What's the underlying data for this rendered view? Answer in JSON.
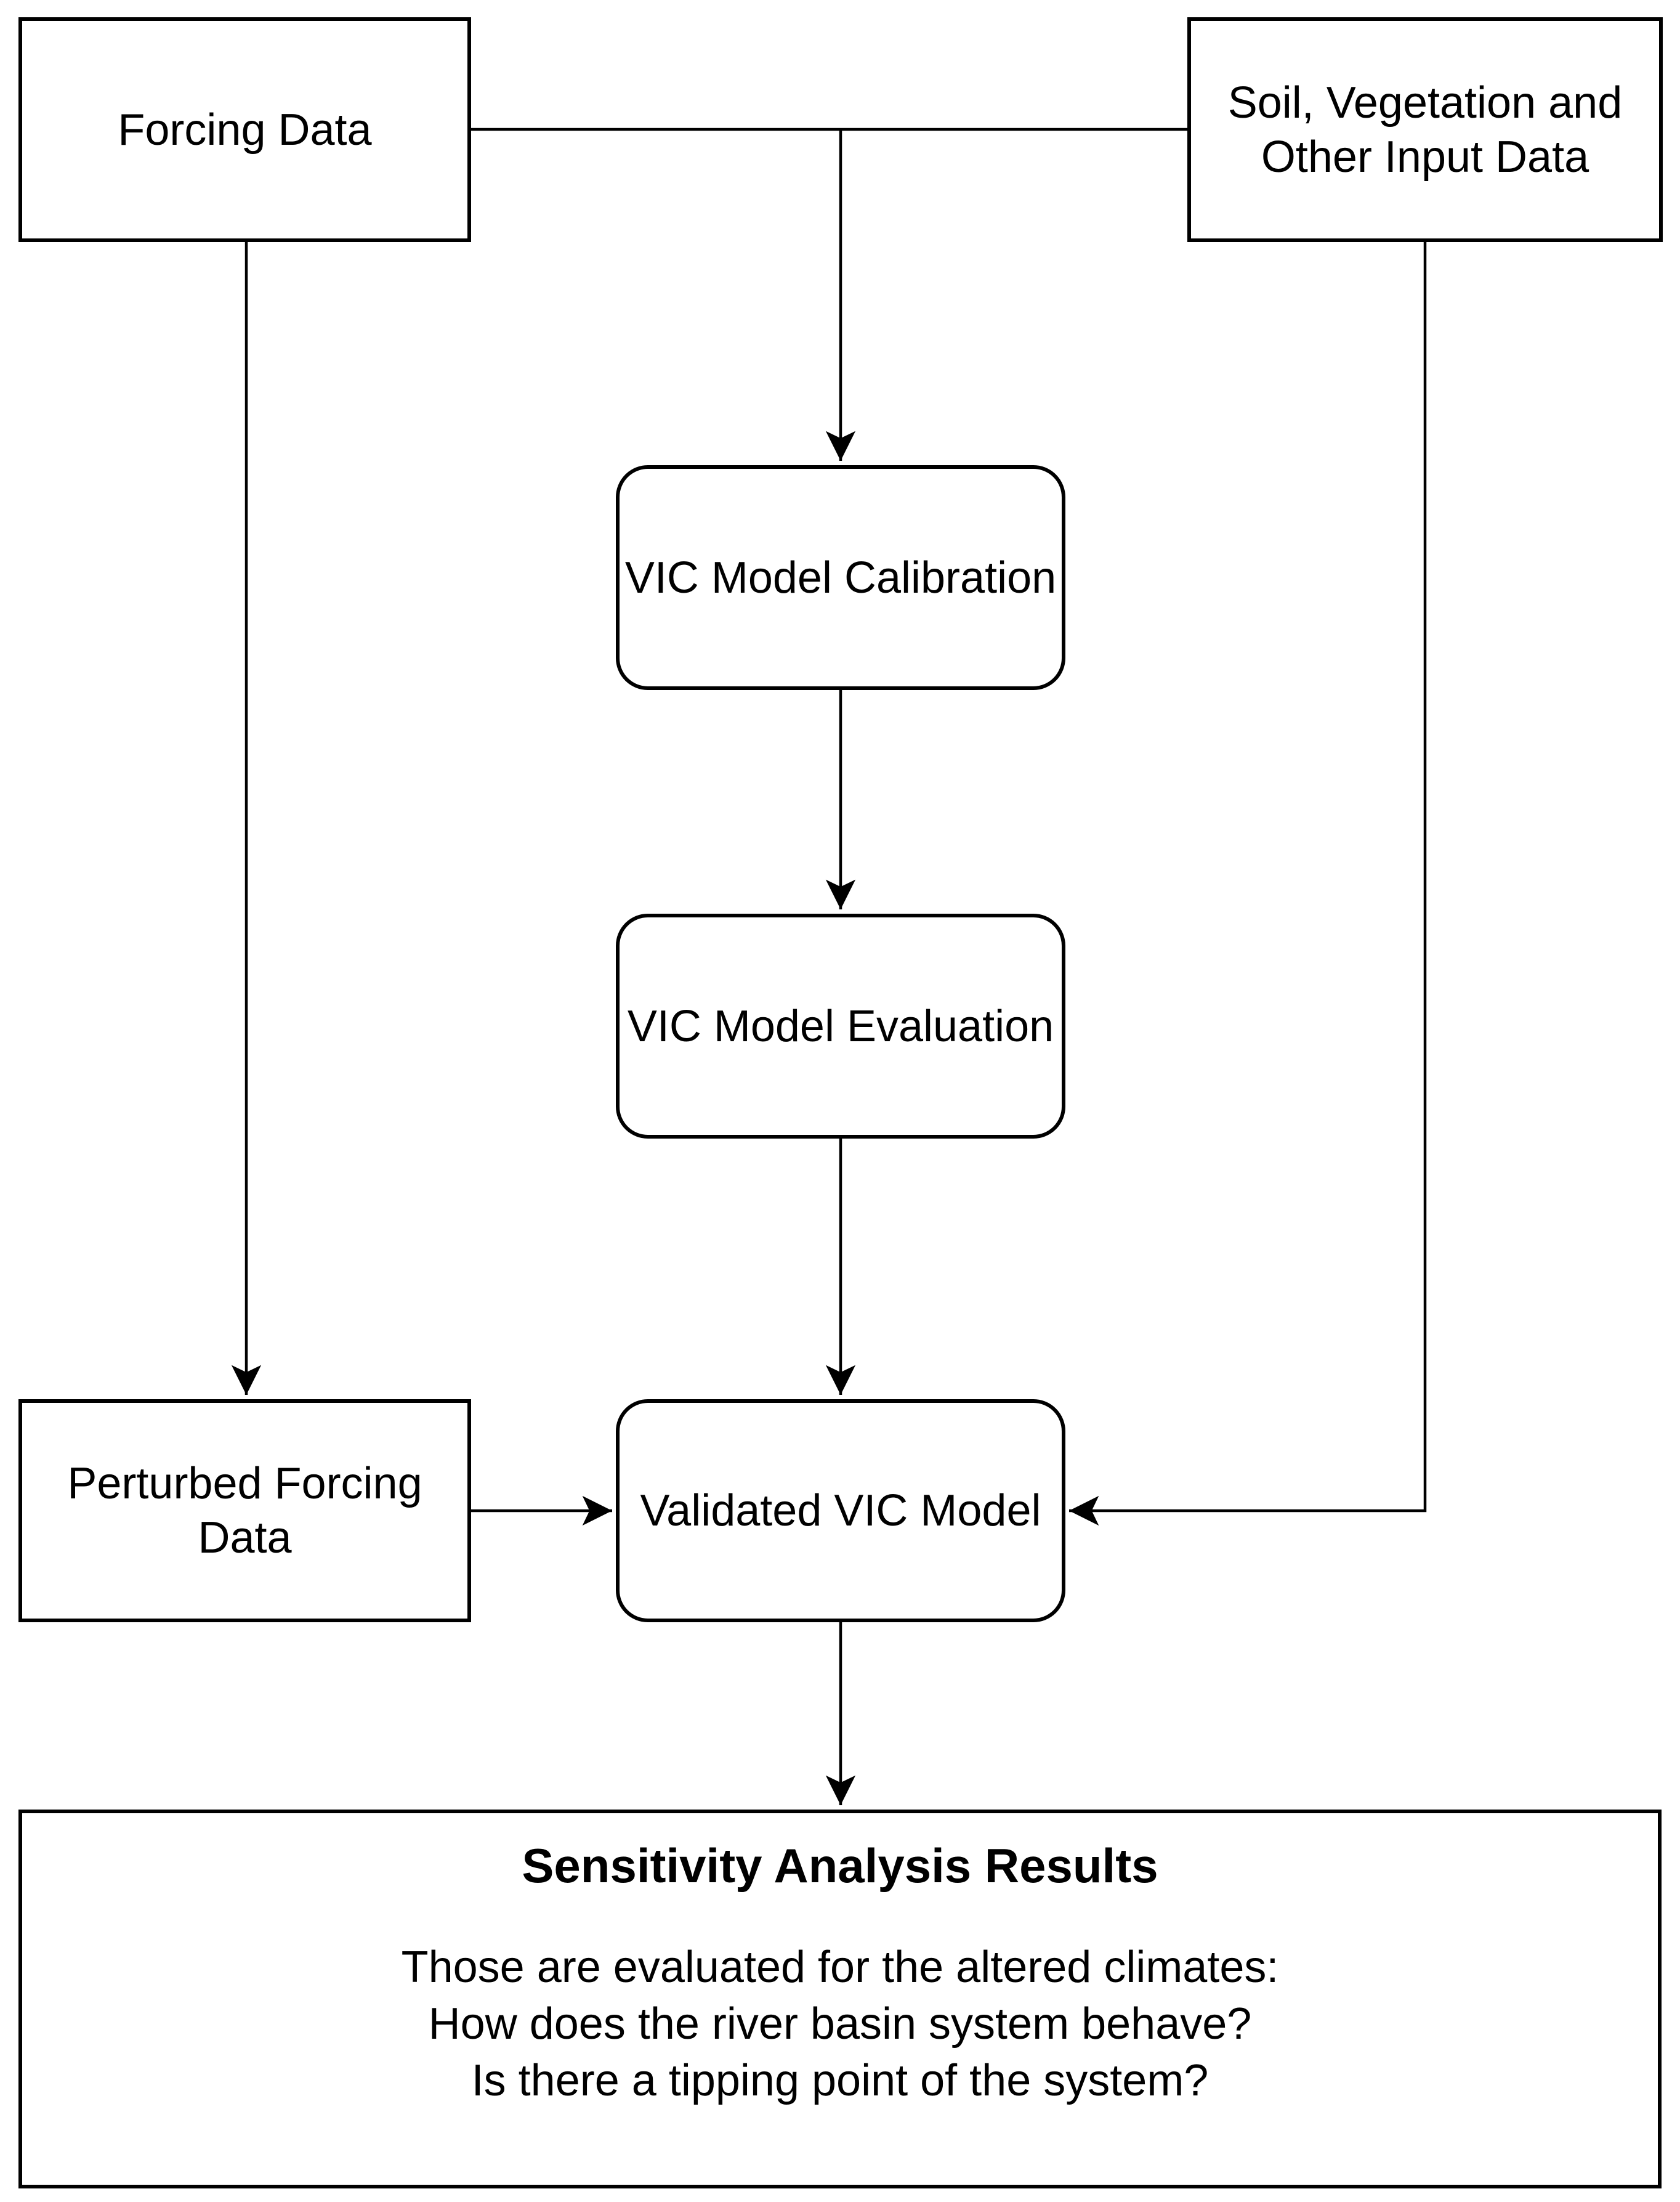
{
  "diagram": {
    "background_color": "#ffffff",
    "stroke_color": "#000000",
    "nodes": {
      "forcing_data": {
        "label": "Forcing Data"
      },
      "soil_input": {
        "lines": [
          "Soil, Vegetation and",
          "Other Input Data"
        ]
      },
      "vic_calibration": {
        "label": "VIC Model Calibration"
      },
      "vic_evaluation": {
        "label": "VIC Model Evaluation"
      },
      "perturbed_forcing": {
        "lines": [
          "Perturbed Forcing",
          "Data"
        ]
      },
      "validated_vic": {
        "label": "Validated VIC Model"
      },
      "sensitivity_results": {
        "title": "Sensitivity Analysis Results",
        "body_lines": [
          "Those are evaluated for the altered climates:",
          "How does the river basin system behave?",
          "Is there a tipping point of the system?"
        ]
      }
    }
  }
}
